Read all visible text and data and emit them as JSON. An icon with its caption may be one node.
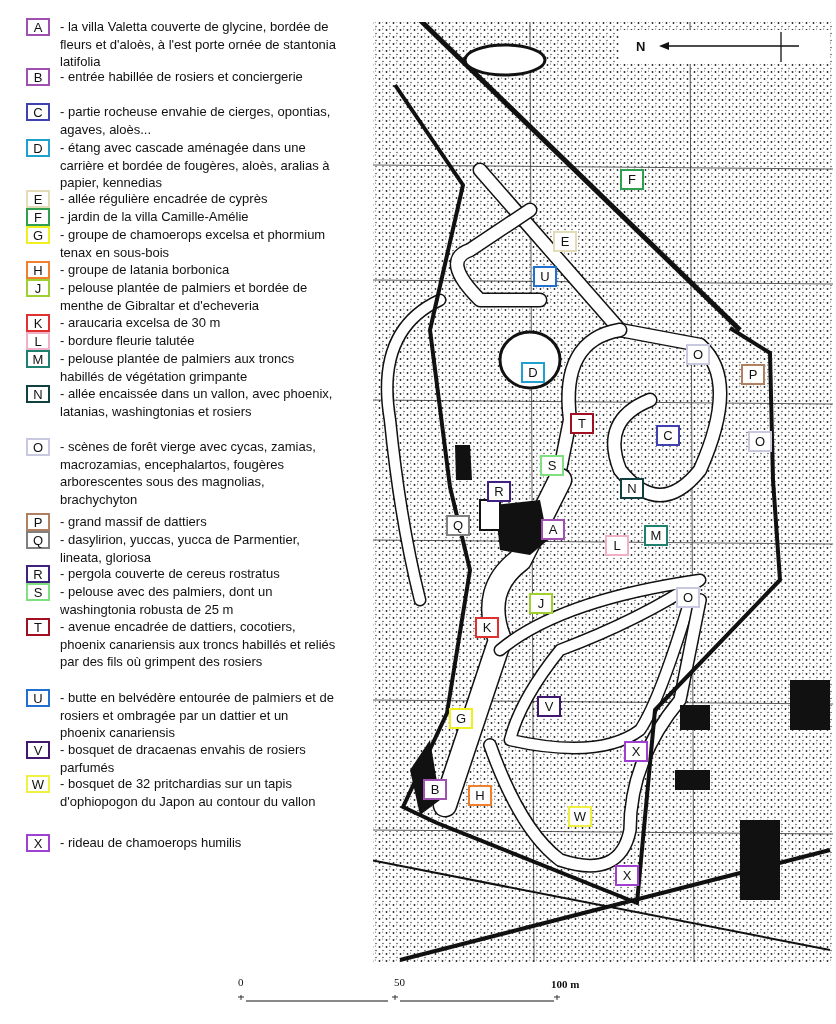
{
  "diagram": {
    "labels": [
      "A",
      "B",
      "C",
      "D",
      "E",
      "F",
      "G",
      "H",
      "J",
      "K",
      "L",
      "M",
      "N",
      "O",
      "P",
      "Q",
      "R",
      "S",
      "T",
      "U",
      "V",
      "W",
      "X",
      "F",
      "E",
      "U",
      "O",
      "P",
      "D",
      "T",
      "C",
      "O",
      "S",
      "N",
      "R",
      "M",
      "Q",
      "A",
      "L",
      "O",
      "J",
      "K",
      "V",
      "G",
      "X",
      "B",
      "H",
      "W",
      "X",
      "N",
      "0",
      "50",
      "100 m"
    ],
    "legend": [
      {
        "text": "- la villa Valetta couverte de glycine, bordée de fleurs et d'aloès, à l'est porte ornée de stantonia latifolia",
        "color": "#a050b0"
      },
      {
        "text": "- entrée habillée de rosiers et conciergerie",
        "color": "#a050b0"
      },
      {
        "text": "- partie rocheuse envahie de cierges, opontias, agaves, aloès...",
        "color": "#4040b0"
      },
      {
        "text": "- étang avec cascade aménagée dans une carrière et bordée de fougères, aloès, aralias à papier, kennedias",
        "color": "#20a0d0"
      },
      {
        "text": "- allée régulière encadrée de cyprès",
        "color": "#e4dcb8"
      },
      {
        "text": "- jardin de la villa Camille-Amélie",
        "color": "#30a050"
      },
      {
        "text": "- groupe de chamoerops excelsa et phormium tenax en sous-bois",
        "color": "#f0f020"
      },
      {
        "text": "- groupe de latania borbonica",
        "color": "#f08030"
      },
      {
        "text": "- pelouse plantée de palmiers et bordée de menthe de Gibraltar et d'echeveria",
        "color": "#a0d030"
      },
      {
        "text": "- araucaria excelsa de 30 m",
        "color": "#e03030"
      },
      {
        "text": "- bordure fleurie talutée",
        "color": "#f0b0c8"
      },
      {
        "text": "- pelouse plantée de palmiers aux troncs habillés de végétation grimpante",
        "color": "#208070"
      },
      {
        "text": "- allée encaissée dans un vallon, avec phoenix, latanias, washingtonias et rosiers",
        "color": "#104040"
      },
      {
        "text": "- scènes de forêt vierge avec  cycas, zamias, macrozamias, encephalartos, fougères arborescentes sous des magnolias, brachychyton",
        "color": "#c8c8e0"
      },
      {
        "text": "- grand massif de dattiers",
        "color": "#b08060"
      },
      {
        "text": "- dasylirion, yuccas, yucca de Parmentier, lineata, gloriosa",
        "color": "#808080"
      },
      {
        "text": "- pergola couverte de  cereus rostratus",
        "color": "#402080"
      },
      {
        "text": "- pelouse avec des palmiers, dont un washingtonia robusta de 25 m",
        "color": "#80e080"
      },
      {
        "text": "- avenue encadrée de dattiers, cocotiers, phoenix canariensis aux troncs habillés et reliés par des fils où grimpent des rosiers",
        "color": "#a01020"
      },
      {
        "text": "- butte en belvédère entourée de palmiers et de rosiers et ombragée par un dattier et un phoenix canariensis",
        "color": "#2070d0"
      },
      {
        "text": "- bosquet de dracaenas envahis de rosiers parfumés",
        "color": "#401870"
      },
      {
        "text": "- bosquet de 32 pritchardias sur un tapis d'ophiopogon du Japon au contour du vallon",
        "color": "#f0f040"
      },
      {
        "text": "- rideau de chamoerops humilis",
        "color": "#a040d0"
      }
    ]
  }
}
